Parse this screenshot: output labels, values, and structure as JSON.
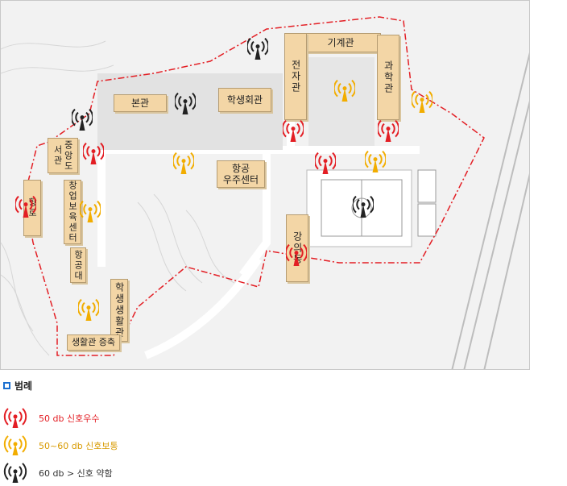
{
  "map": {
    "buildings": {
      "gigyegwan": "기계관",
      "jeonjagwan": "전자관",
      "gwahakgwan": "과학관",
      "bongwan": "본관",
      "haksaenghoegwan": "학생회관",
      "jungang_doseogwan": "중앙도서관",
      "hanggong_ujusenter": "항공\n우주센터",
      "gangui_dong": "강의동",
      "hangno": "항로",
      "cheongwang_boyuk": "창업보육센터",
      "hanggongdae": "항공대",
      "haksaeng_saenghwalgwan": "학생생활관",
      "saenghwalgwan_jeungchuk": "생활관 증축"
    }
  },
  "legend": {
    "title": "범례",
    "items": [
      {
        "label": "50 db 신호우수",
        "color": "#e31e24",
        "icon": "signal-strong-icon"
      },
      {
        "label": "50~60 db 신호보통",
        "color": "#f2ad00",
        "icon": "signal-medium-icon"
      },
      {
        "label": "60 db > 신호 약함",
        "color": "#222222",
        "icon": "signal-weak-icon"
      }
    ]
  },
  "colors": {
    "strong": "#e31e24",
    "medium": "#f2ad00",
    "weak": "#222222",
    "boundary": "#e31e24",
    "building": "#f3d6a6"
  }
}
